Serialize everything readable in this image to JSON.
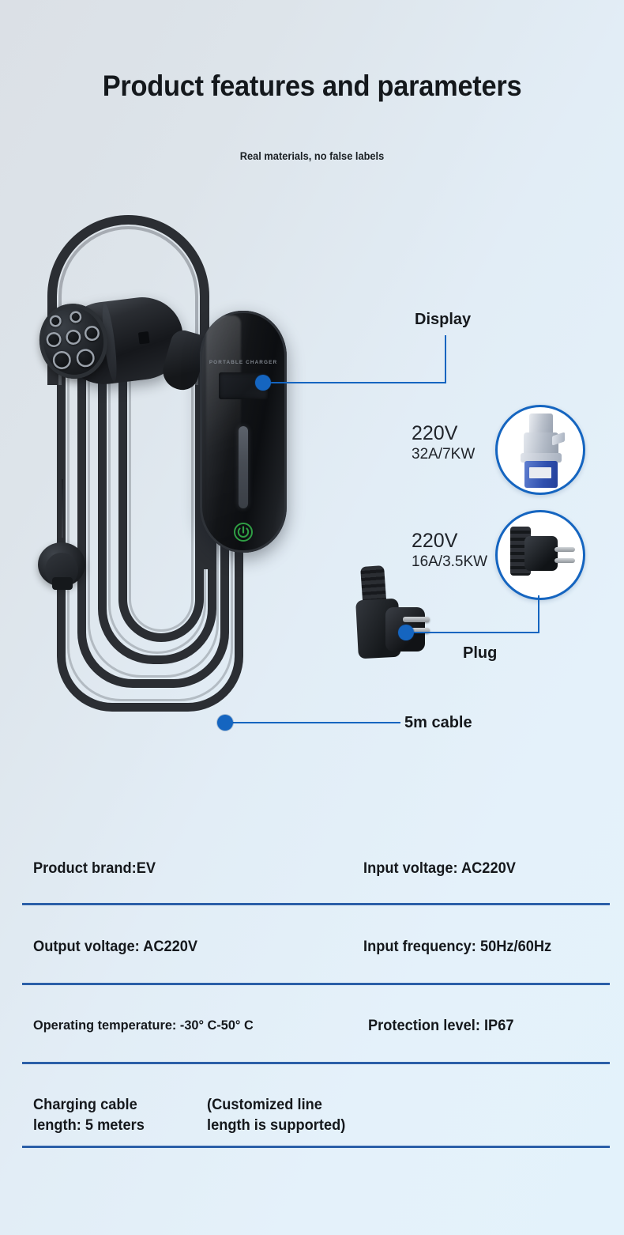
{
  "header": {
    "title": "Product features and parameters",
    "subtitle": "Real materials, no false labels"
  },
  "product": {
    "device_brand_text": "PORTABLE CHARGER",
    "power_icon": "power-button-icon"
  },
  "annotations": {
    "display": {
      "label": "Display"
    },
    "plug": {
      "label": "Plug"
    },
    "cable": {
      "label": "5m cable"
    },
    "option_high": {
      "voltage": "220V",
      "rating": "32A/7KW",
      "inset_icon": "industrial-cee-plug-icon"
    },
    "option_low": {
      "voltage": "220V",
      "rating": "16A/3.5KW",
      "inset_icon": "schuko-plug-icon"
    }
  },
  "spec_table": {
    "rows": [
      {
        "left": "Product brand:EV",
        "right": "Input voltage: AC220V"
      },
      {
        "left": "Output voltage: AC220V",
        "right": "Input frequency: 50Hz/60Hz"
      },
      {
        "left": "Operating temperature: -30° C-50° C",
        "right": "Protection level: IP67"
      },
      {
        "left": "Charging cable\nlength: 5 meters",
        "right": "(Customized line\nlength is supported)"
      }
    ]
  },
  "colors": {
    "accent_blue": "#1565c0",
    "divider_blue": "#2b5fa8",
    "text_dark": "#15181c"
  }
}
